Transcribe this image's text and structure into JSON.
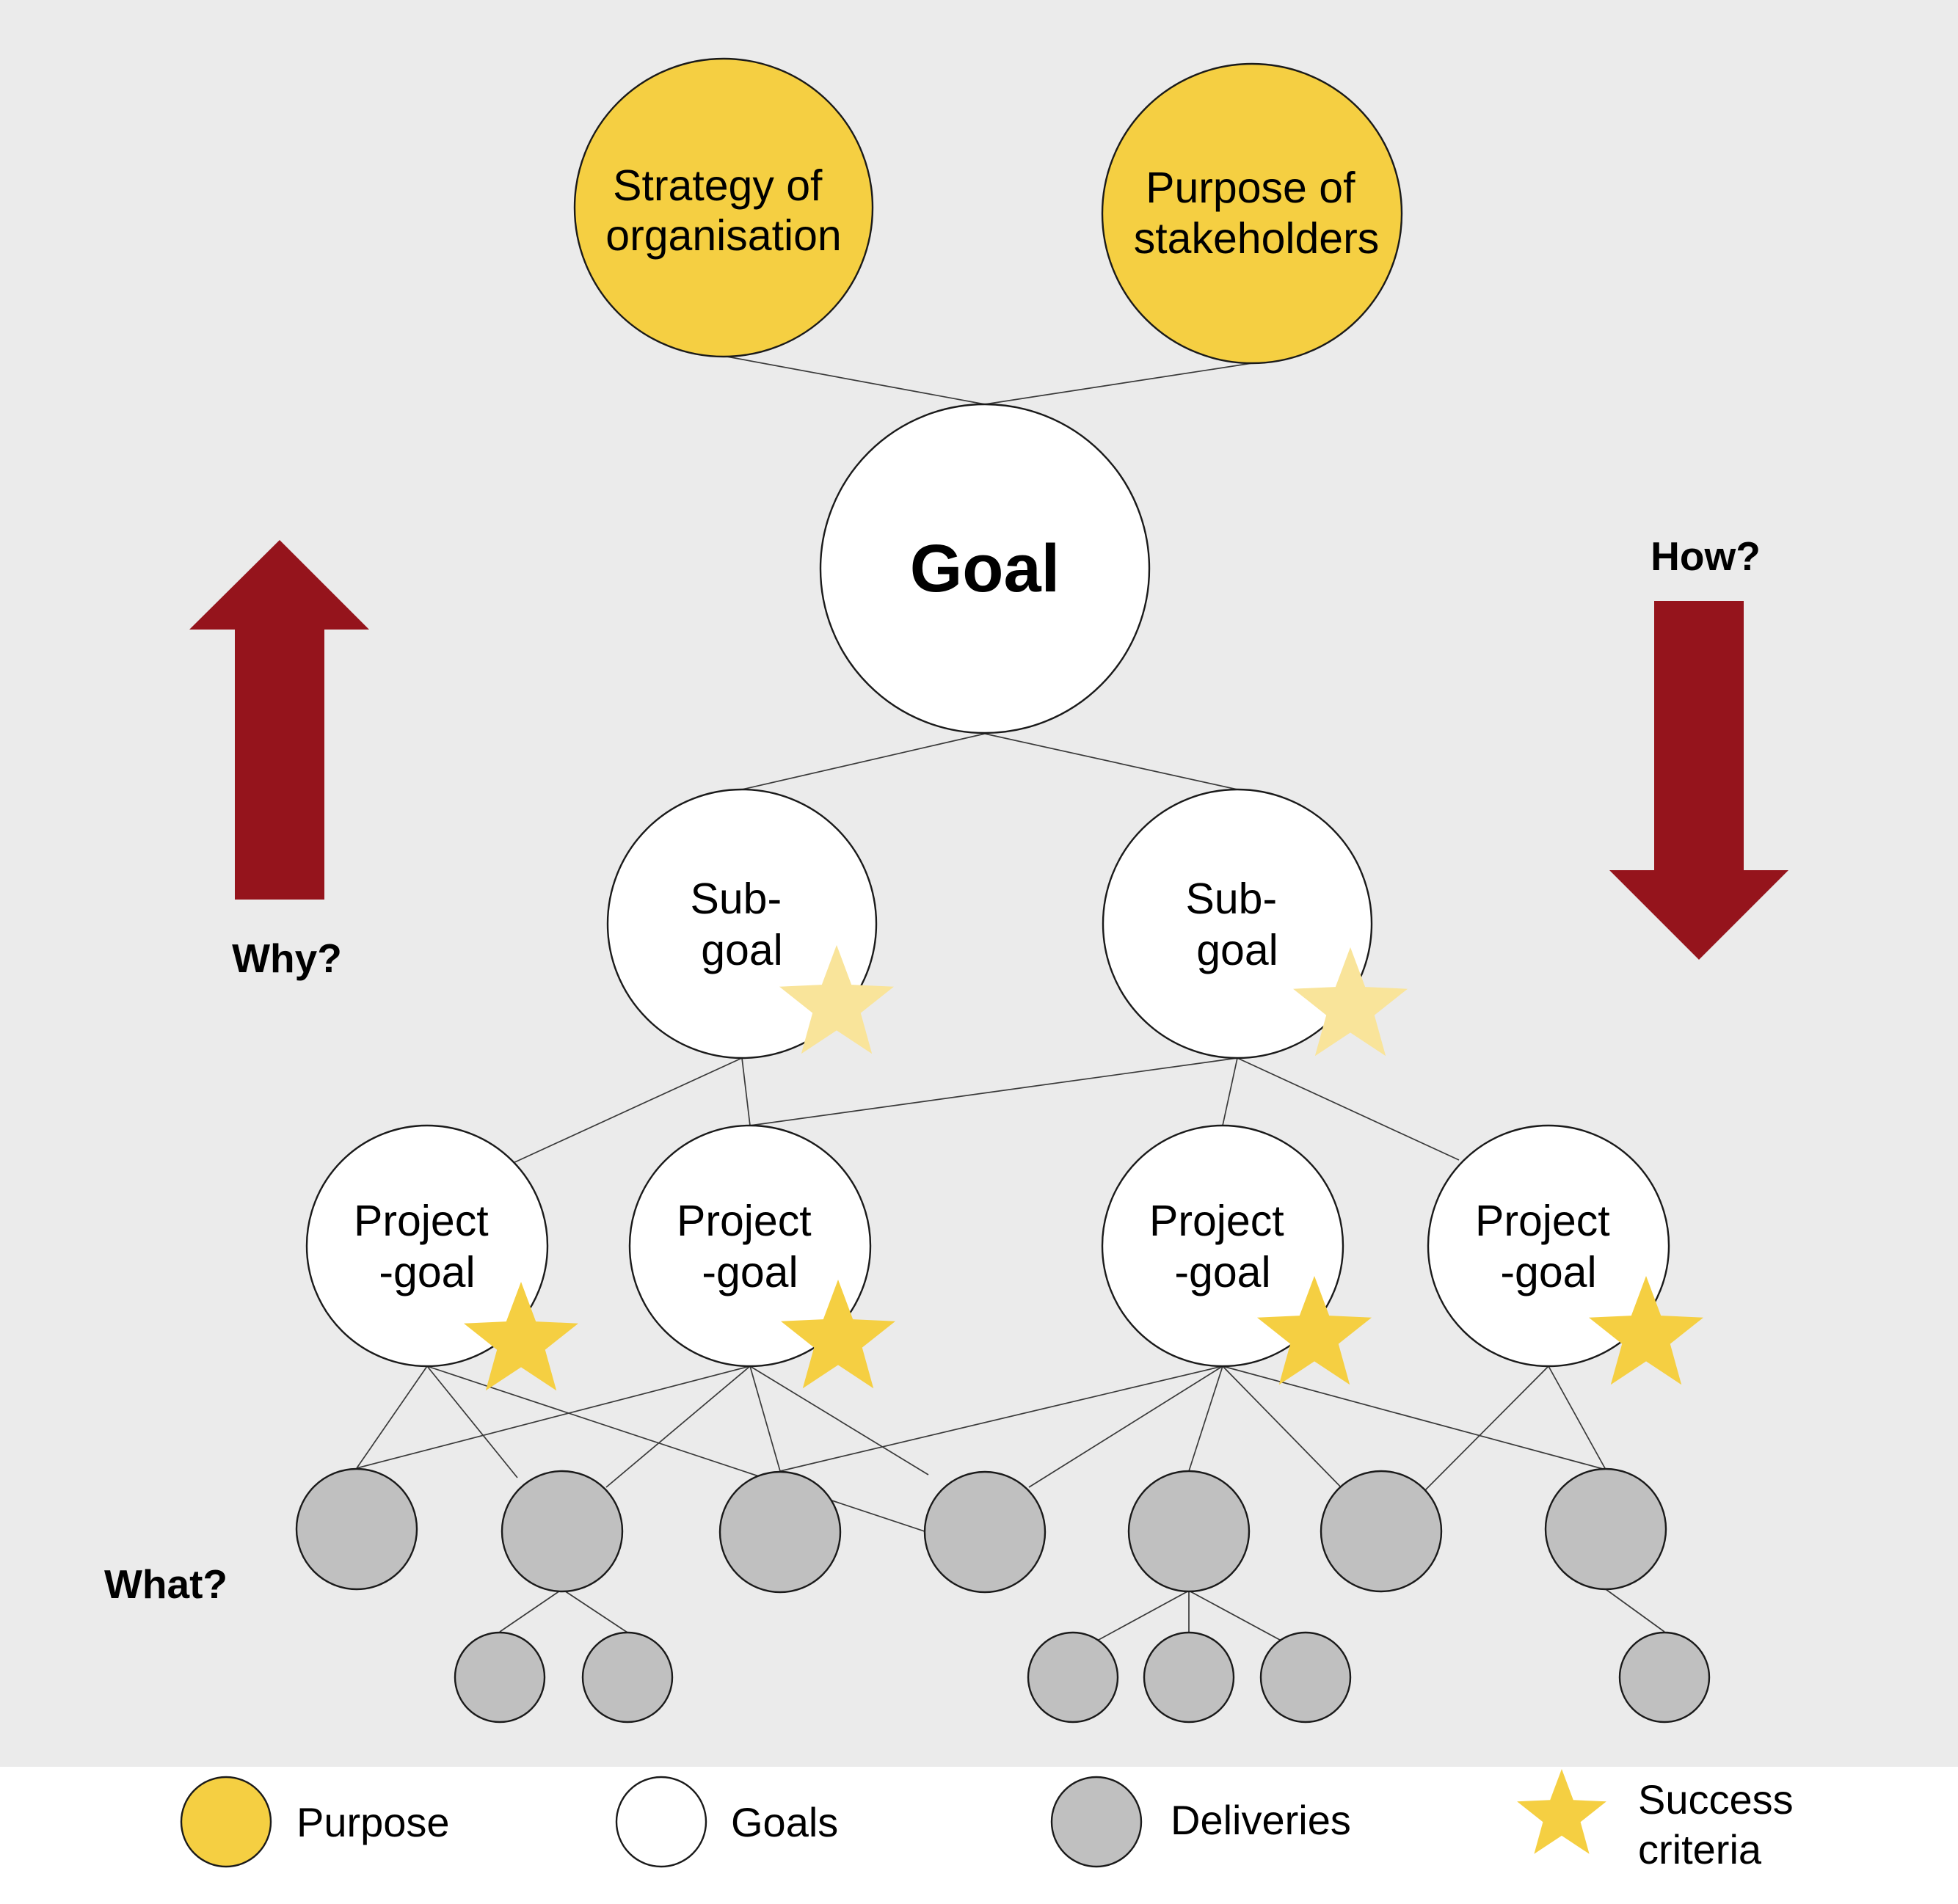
{
  "colors": {
    "background": "#ebebeb",
    "legend_background": "#ffffff",
    "purpose": "#f5cf42",
    "goal": "#ffffff",
    "delivery": "#c0c0c0",
    "star": "#f5cf42",
    "star_faded": "#f9e49a",
    "arrow": "#95141c"
  },
  "nodes": {
    "purpose_left": "Strategy of organisation",
    "purpose_right": "Purpose of stakeholders",
    "main_goal": "Goal",
    "subgoal_left": "Sub- goal",
    "subgoal_right": "Sub- goal",
    "project_goal_1": "Project -goal",
    "project_goal_2": "Project -goal",
    "project_goal_3": "Project -goal",
    "project_goal_4": "Project -goal"
  },
  "side_labels": {
    "why": "Why?",
    "how": "How?",
    "what": "What?"
  },
  "legend": {
    "purpose": "Purpose",
    "goals": "Goals",
    "deliveries": "Deliveries",
    "success_criteria": "Success criteria"
  }
}
